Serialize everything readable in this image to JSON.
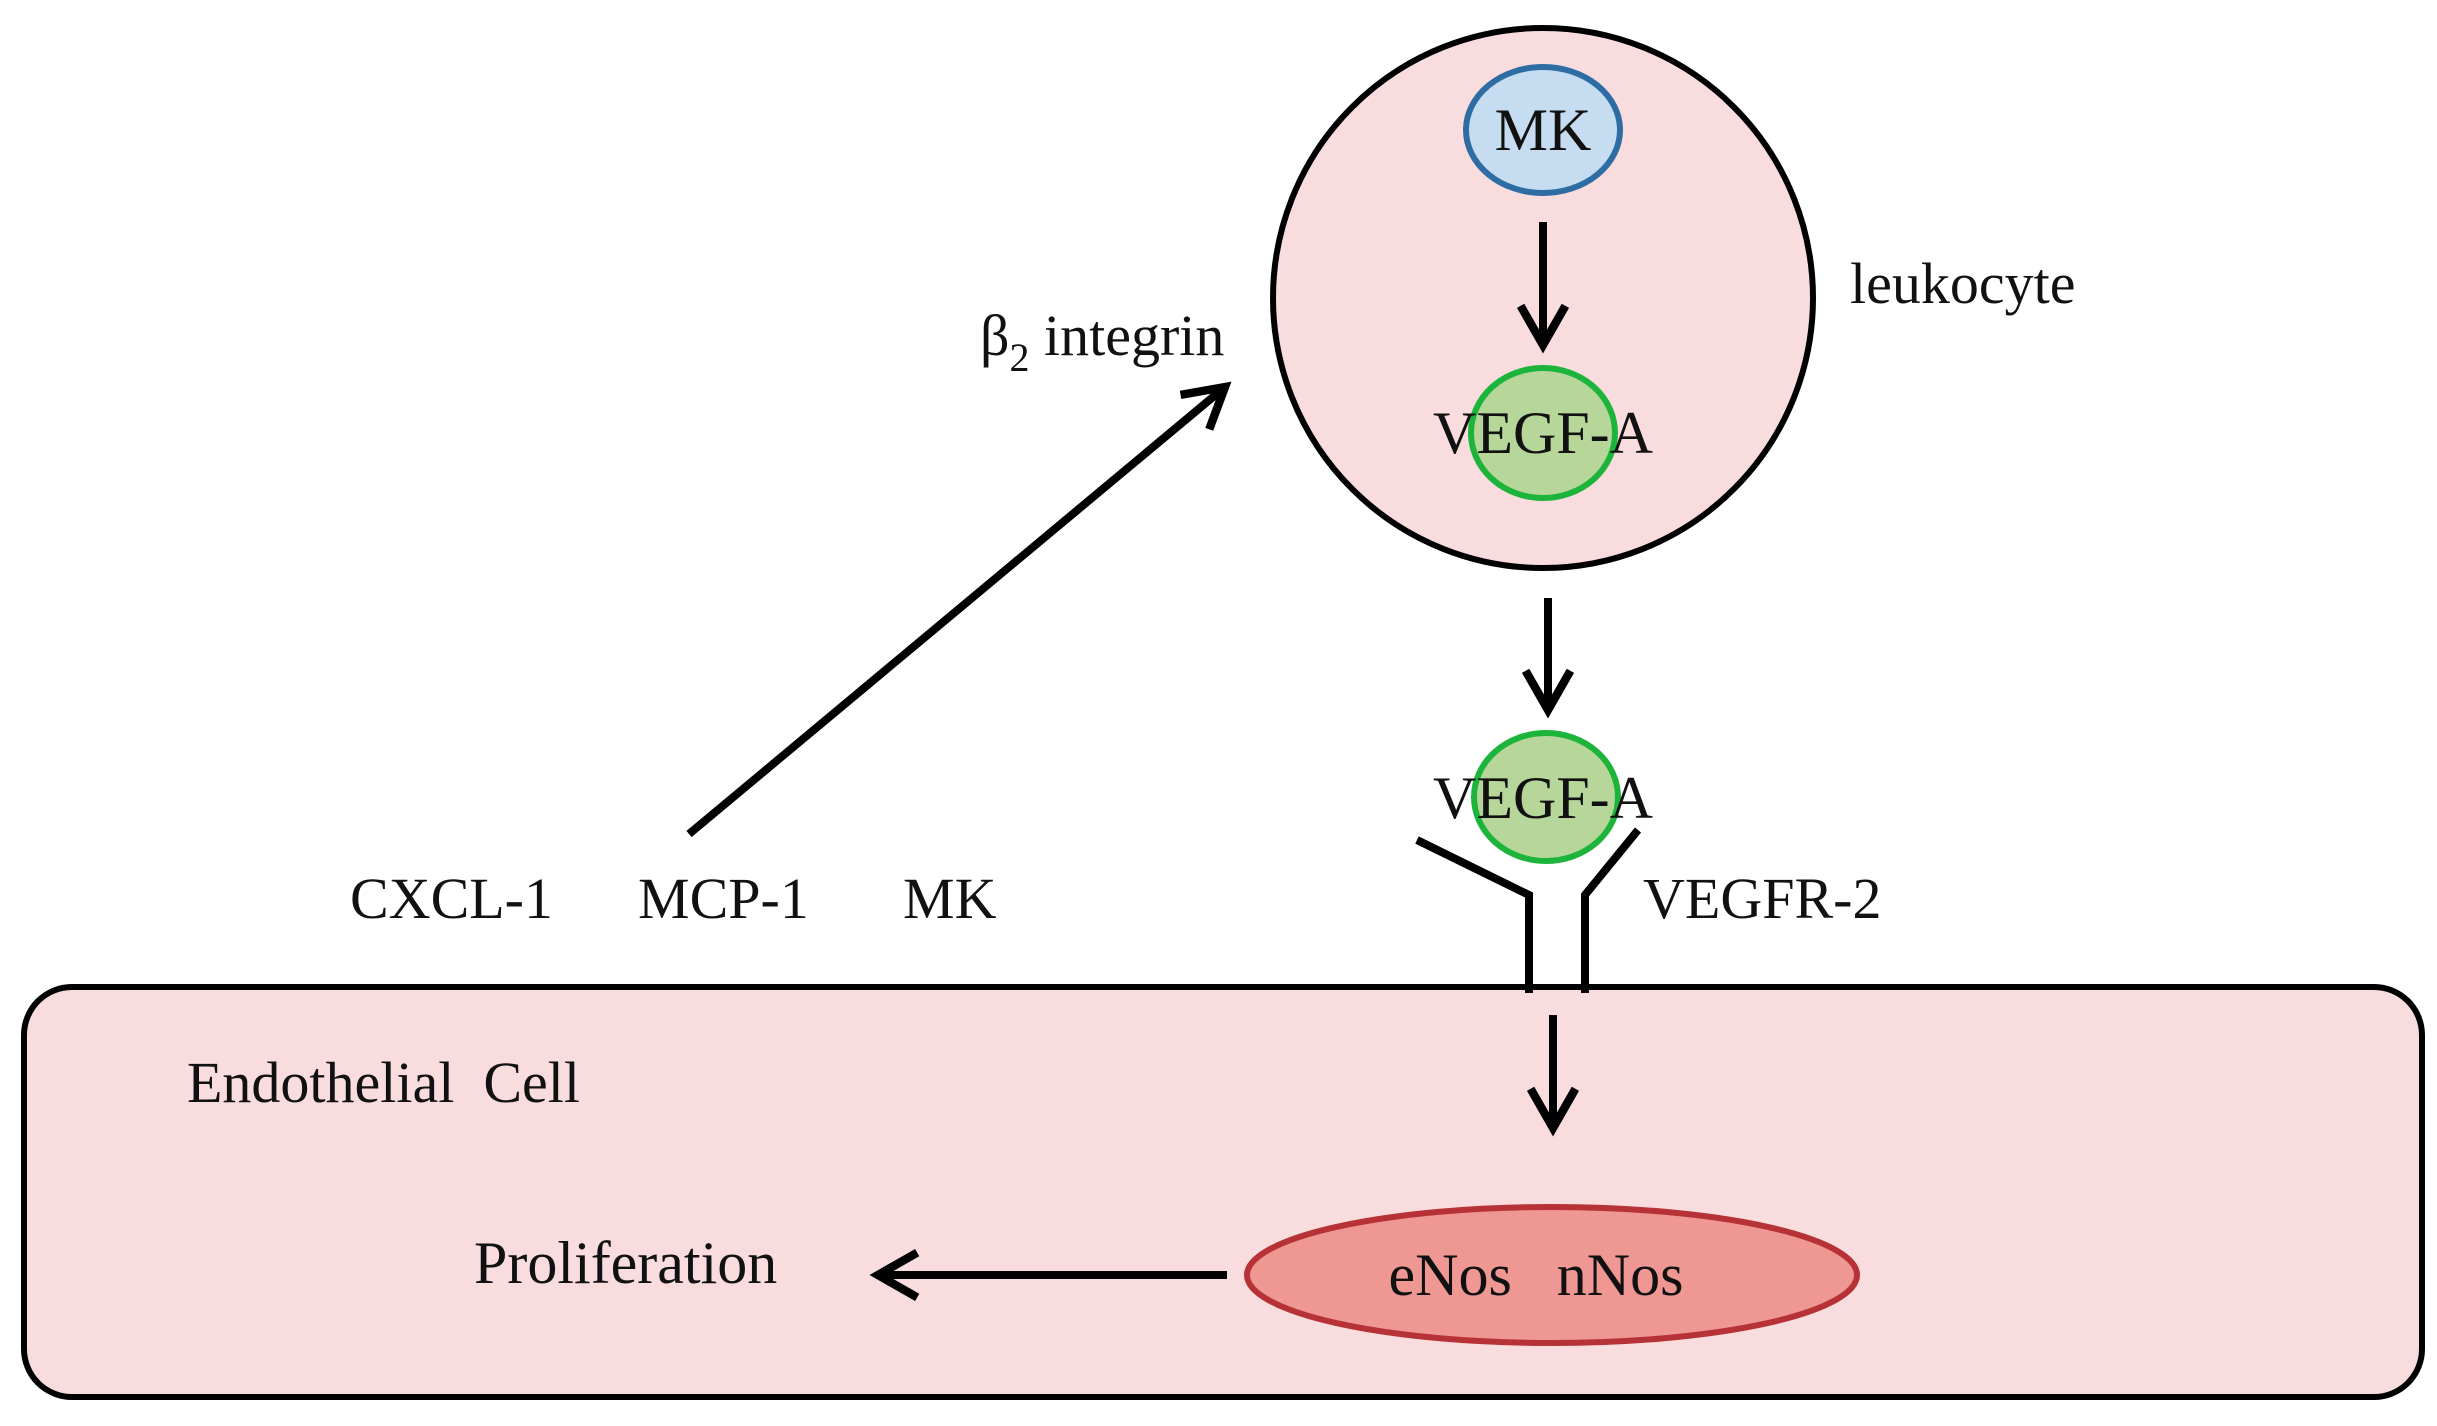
{
  "labels": {
    "mk_top": "MK",
    "vegf_inner": "VEGF-A",
    "leukocyte": "leukocyte",
    "beta_symbol": "β",
    "beta_subscript": "2",
    "integrin": " integrin",
    "vegf_bound": "VEGF-A",
    "vegfr2": "VEGFR-2",
    "cxcl1": "CXCL-1",
    "mcp1": "MCP-1",
    "mk_bottom": "MK",
    "endothelial_cell": "Endothelial  Cell",
    "enos_nnos": "eNos   nNos",
    "proliferation": "Proliferation"
  },
  "colors": {
    "cell_fill": "#f9dcdd",
    "outline": "#000000",
    "mk_fill": "#c6dcf0",
    "mk_stroke": "#2e6da4",
    "vegf_fill": "#b7d79a",
    "vegf_stroke": "#1db43c",
    "nos_fill": "#ee9793",
    "nos_stroke": "#b73236"
  }
}
